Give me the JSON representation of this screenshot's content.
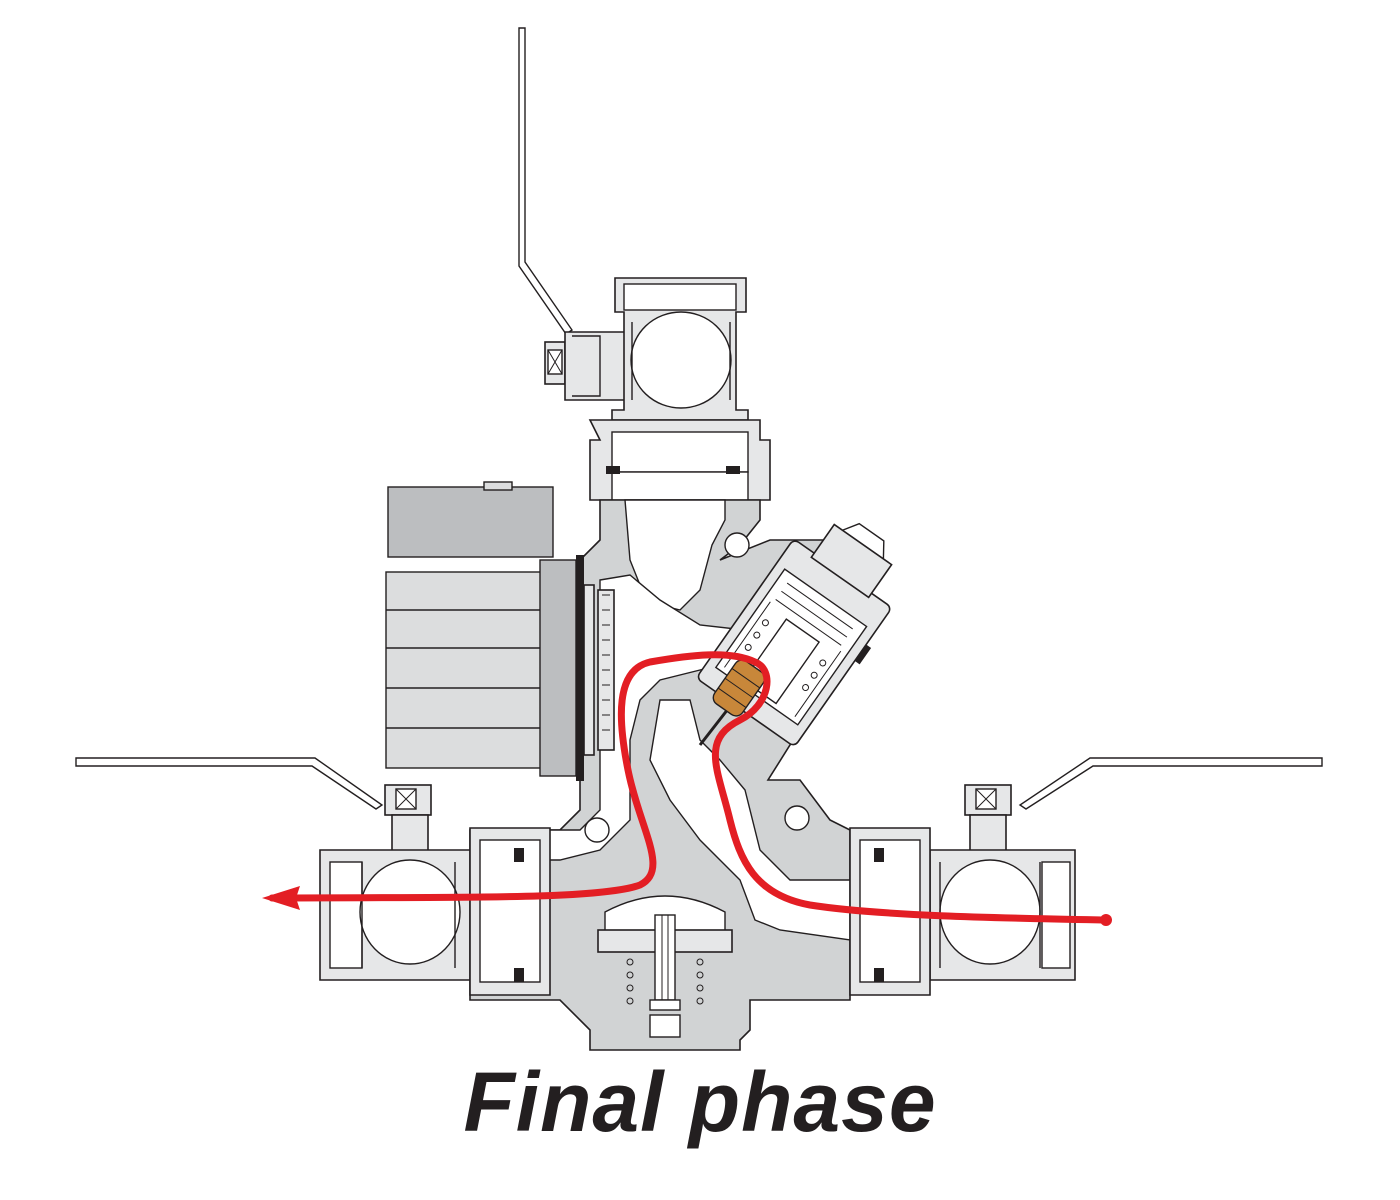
{
  "caption": "Final phase",
  "colors": {
    "flow": "#e31e24",
    "thermostat": "#c8873a",
    "body": "#e6e7e8",
    "outline": "#231f20"
  },
  "parts": {
    "pump": "circulator-pump",
    "left_valve": "ball-valve",
    "right_valve": "ball-valve",
    "top_valve": "ball-valve",
    "mixing_valve": "thermostatic-mixing-valve",
    "check_valve": "check-valve"
  }
}
